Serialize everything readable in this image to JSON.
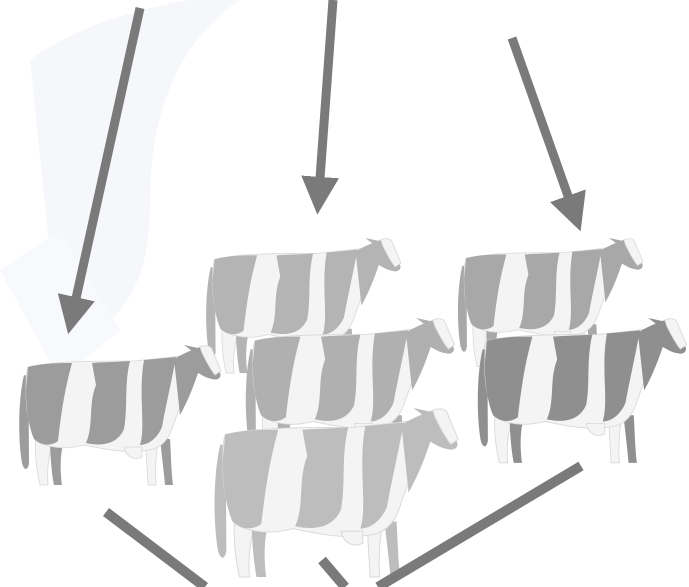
{
  "diagram": {
    "cows": [
      {
        "id": "cow-left",
        "tone": "#9c9c9c"
      },
      {
        "id": "cow-top-middle",
        "tone": "#b4b4b4"
      },
      {
        "id": "cow-top-right",
        "tone": "#a8a8a8"
      },
      {
        "id": "cow-center",
        "tone": "#b0b0b0"
      },
      {
        "id": "cow-right",
        "tone": "#8f8f8f"
      },
      {
        "id": "cow-front",
        "tone": "#bdbdbd"
      }
    ],
    "arrows": [
      {
        "id": "arrow-left"
      },
      {
        "id": "arrow-middle"
      },
      {
        "id": "arrow-right"
      }
    ],
    "connectors": [
      {
        "id": "connector-left"
      },
      {
        "id": "connector-right"
      }
    ],
    "colors": {
      "arrow": "#7a7a7a",
      "cow_light": "#f4f4f4",
      "watermark": "#f6f7fb"
    }
  }
}
